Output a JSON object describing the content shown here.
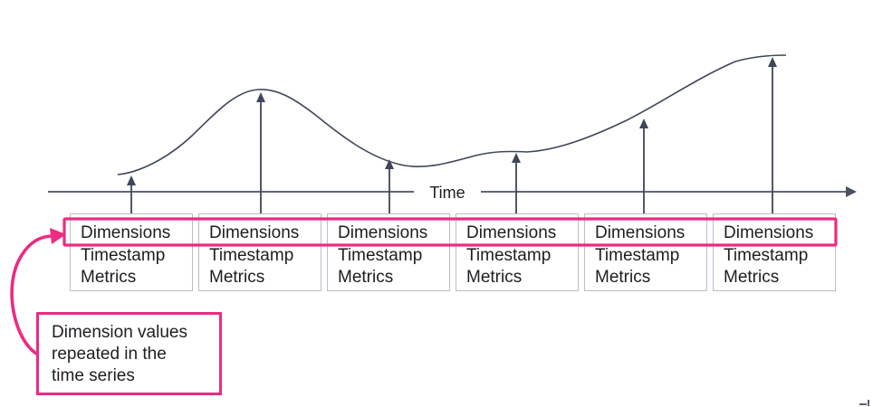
{
  "colors": {
    "accent_pink": "#ec2b82",
    "line_dark": "#3f4659",
    "axis_gray": "#4a5160",
    "box_border": "#b9bec8",
    "text": "#1c1e21"
  },
  "axis": {
    "label": "Time"
  },
  "records": [
    {
      "dimensions": "Dimensions",
      "timestamp": "Timestamp",
      "metrics": "Metrics"
    },
    {
      "dimensions": "Dimensions",
      "timestamp": "Timestamp",
      "metrics": "Metrics"
    },
    {
      "dimensions": "Dimensions",
      "timestamp": "Timestamp",
      "metrics": "Metrics"
    },
    {
      "dimensions": "Dimensions",
      "timestamp": "Timestamp",
      "metrics": "Metrics"
    },
    {
      "dimensions": "Dimensions",
      "timestamp": "Timestamp",
      "metrics": "Metrics"
    },
    {
      "dimensions": "Dimensions",
      "timestamp": "Timestamp",
      "metrics": "Metrics"
    }
  ],
  "callout": {
    "lines": [
      "Dimension values",
      "repeated in the",
      "time series"
    ]
  }
}
